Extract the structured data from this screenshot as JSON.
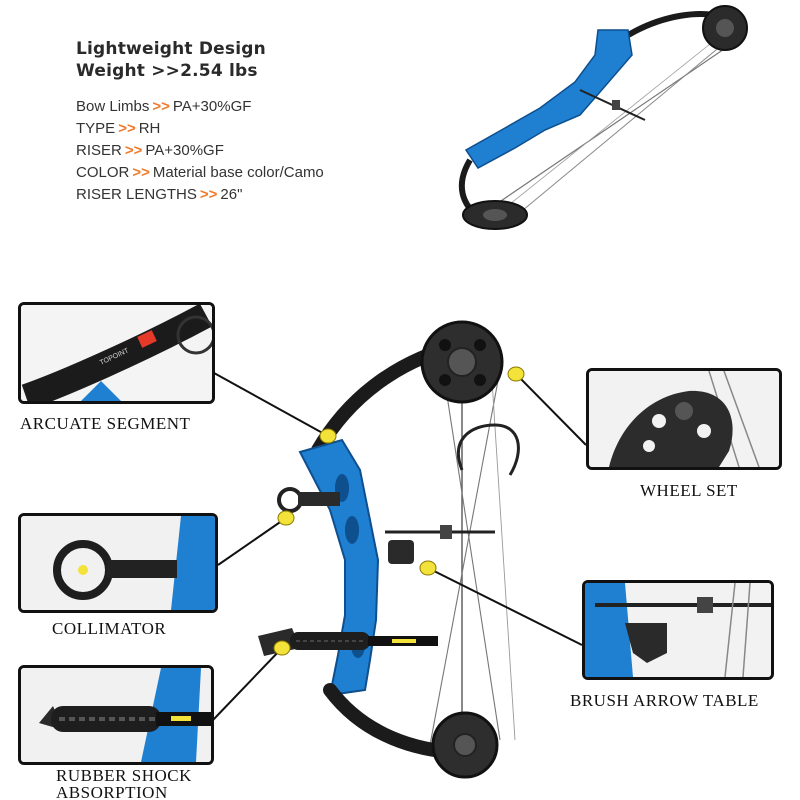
{
  "headline": {
    "line1": "Lightweight Design",
    "line2": "Weight >>2.54 lbs"
  },
  "specs": [
    {
      "key": "Bow Limbs",
      "arrow": ">>",
      "value": "PA+30%GF"
    },
    {
      "key": "TYPE",
      "arrow": ">>",
      "value": "RH"
    },
    {
      "key": "RISER",
      "arrow": ">>",
      "value": "PA+30%GF"
    },
    {
      "key": "COLOR",
      "arrow": ">>",
      "value": "Material base color/Camo"
    },
    {
      "key": "RISER LENGTHS",
      "arrow": ">>",
      "value": "26\""
    }
  ],
  "callouts": {
    "arcuate": "ARCUATE SEGMENT",
    "wheel": "WHEEL SET",
    "collimator": "COLLIMATOR",
    "brush": "BRUSH ARROW TABLE",
    "rubber_line1": "RUBBER SHOCK",
    "rubber_line2": "ABSORPTION"
  },
  "brand_text": "TOPOINT",
  "colors": {
    "riser_blue": "#1f7fd1",
    "limb_black": "#1b1b1b",
    "accent_orange": "#f07a2a",
    "marker_yellow": "#f3e23a"
  }
}
